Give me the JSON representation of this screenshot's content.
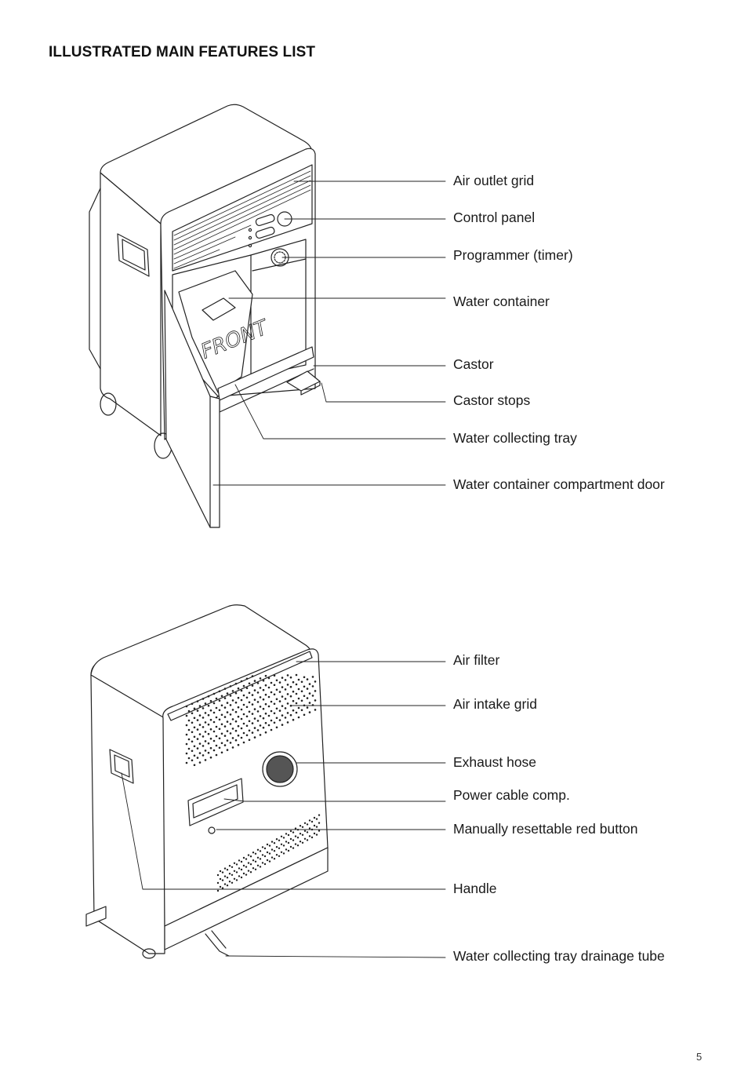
{
  "page": {
    "title": "ILLUSTRATED MAIN FEATURES LIST",
    "page_number": "5"
  },
  "front_view": {
    "callouts": [
      "Air outlet grid",
      "Control panel",
      "Programmer (timer)",
      "Water container",
      "Castor",
      "Castor stops",
      "Water collecting tray",
      "Water container compartment door"
    ],
    "container_marking": "FRONT"
  },
  "rear_view": {
    "callouts": [
      "Air filter",
      "Air intake grid",
      "Exhaust hose",
      "Power cable comp.",
      "Manually resettable red button",
      "Handle",
      "Water collecting tray drainage tube"
    ]
  }
}
